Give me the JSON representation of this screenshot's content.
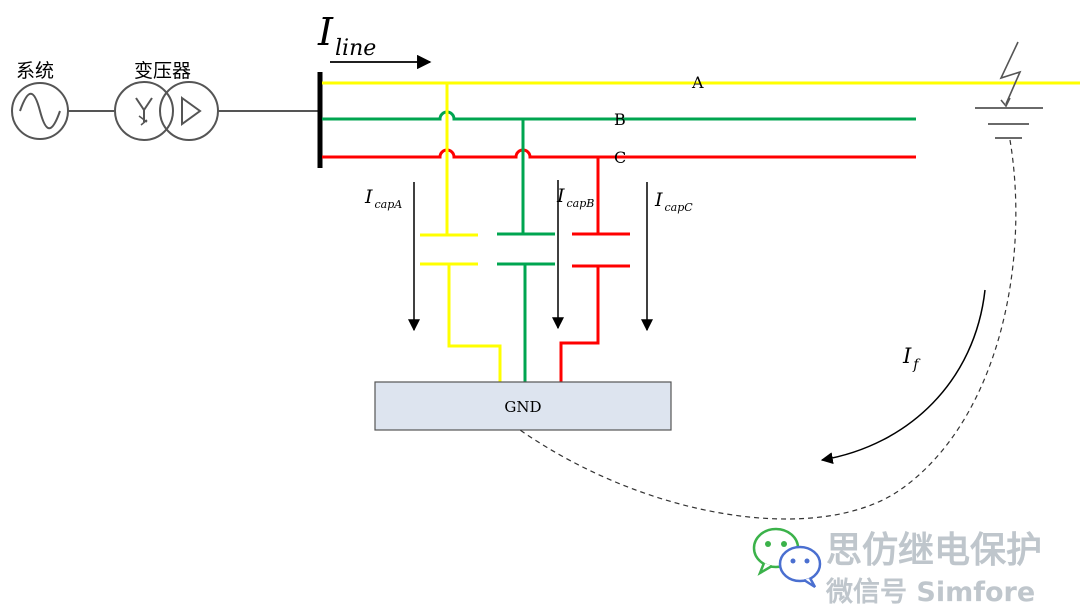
{
  "labels": {
    "system": "系统",
    "transformer": "变压器",
    "phase_a": "A",
    "phase_b": "B",
    "phase_c": "C",
    "i_line_main": "I",
    "i_line_sub": "line",
    "i_cap_main": "I",
    "i_cap_a_sub": "capA",
    "i_cap_b_sub": "capB",
    "i_cap_c_sub": "capC",
    "i_f_main": "I",
    "i_f_sub": "f",
    "gnd": "GND"
  },
  "watermark": {
    "title": "思仿继电保护",
    "subtitle": "微信号 Simfore"
  },
  "colors": {
    "phase_a": "#ffff00",
    "phase_b": "#00a550",
    "phase_c": "#ff0000",
    "gnd_fill": "#dde4ef",
    "gnd_stroke": "#555555",
    "watermark": "#bfc6cc",
    "wechat": "#3bb24a"
  },
  "icons": {
    "source": "ac-source-icon",
    "transformer": "transformer-icon",
    "fault": "lightning-fault-icon",
    "wechat": "wechat-icon"
  }
}
